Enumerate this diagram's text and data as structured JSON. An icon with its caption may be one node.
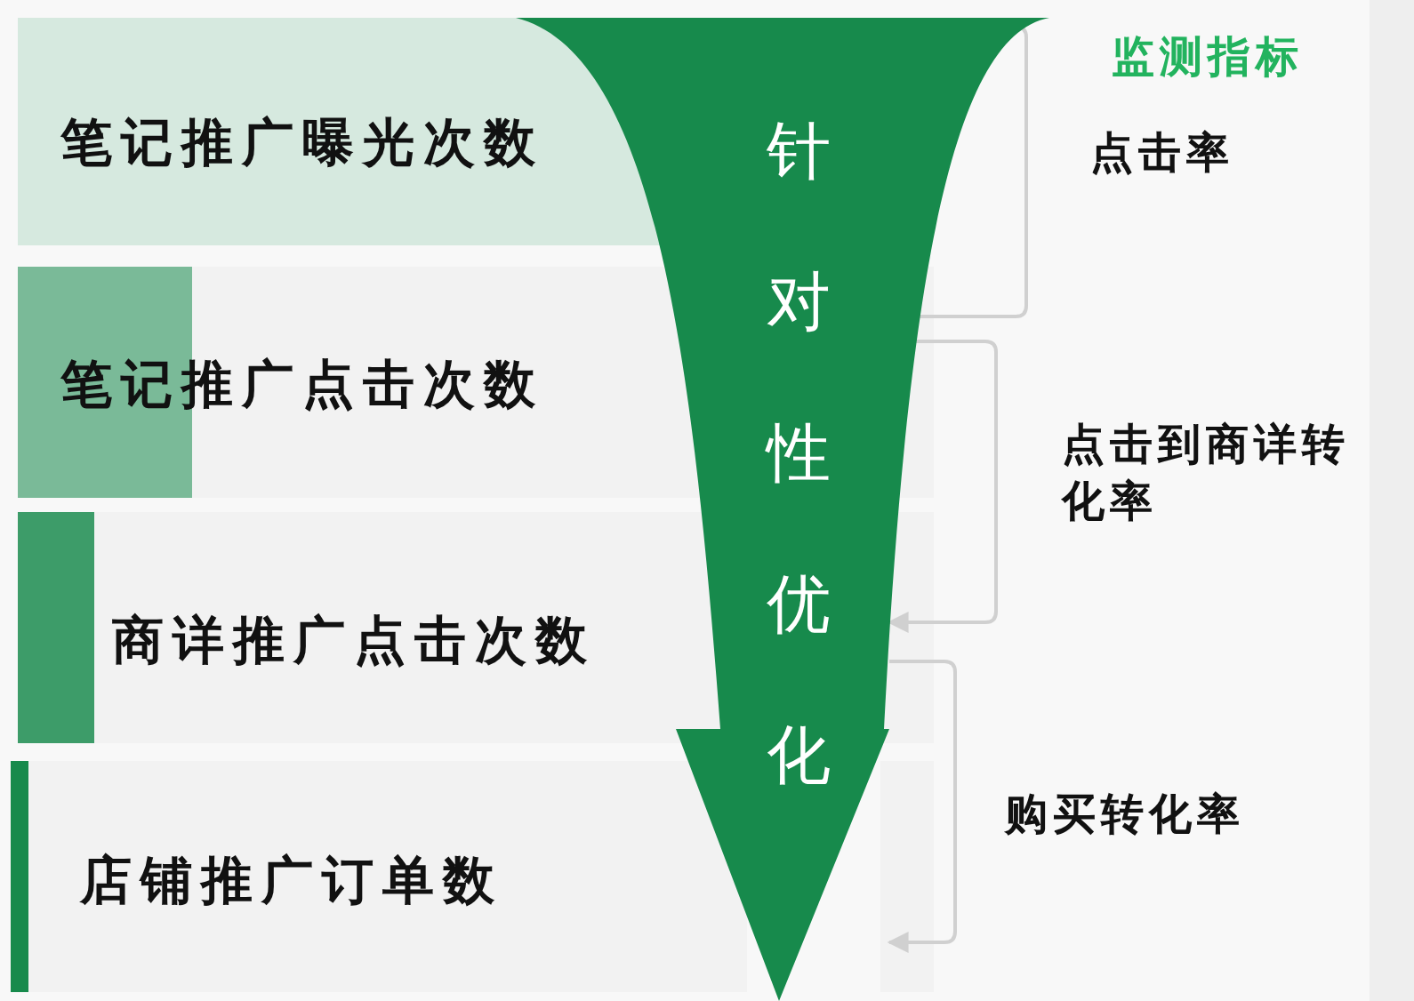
{
  "diagram": {
    "nodes": [
      {
        "text": [
          "笔记推广曝光次数"
        ]
      },
      {
        "text": [
          "笔记推广点击次数"
        ]
      },
      {
        "text": [
          "商详推广点击次数"
        ]
      },
      {
        "text": [
          "店铺推广订单数"
        ]
      },
      {
        "text": [
          "针对性优化"
        ]
      }
    ],
    "labels": [
      "监测指标",
      "点击率",
      "点击到商详转化率",
      "购买转化率"
    ]
  }
}
